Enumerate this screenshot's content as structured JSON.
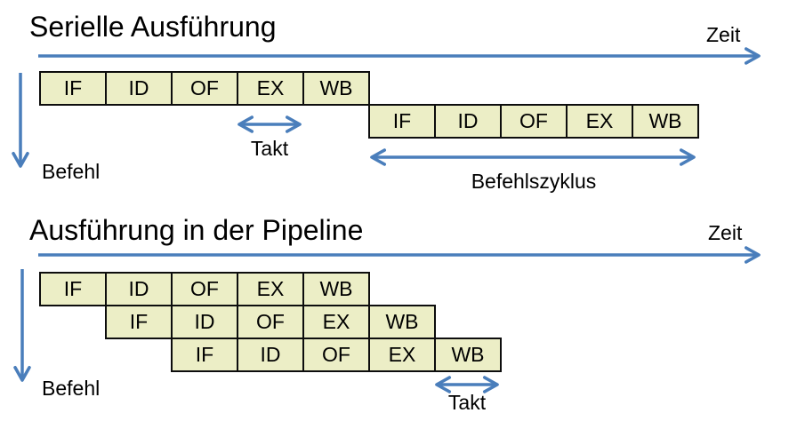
{
  "colors": {
    "arrow_blue": "#4a7ebb",
    "cell_fill": "#eceec6",
    "cell_border": "#0d0d0d",
    "text": "#000000",
    "background": "#ffffff"
  },
  "serial": {
    "title": "Serielle Ausführung",
    "time_label": "Zeit",
    "instruction_label": "Befehl",
    "clock_label": "Takt",
    "cycle_label": "Befehlszyklus",
    "rows": [
      {
        "cells": [
          "IF",
          "ID",
          "OF",
          "EX",
          "WB"
        ]
      },
      {
        "cells": [
          "IF",
          "ID",
          "OF",
          "EX",
          "WB"
        ]
      }
    ]
  },
  "pipeline": {
    "title": "Ausführung in der Pipeline",
    "time_label": "Zeit",
    "instruction_label": "Befehl",
    "clock_label": "Takt",
    "rows": [
      {
        "cells": [
          "IF",
          "ID",
          "OF",
          "EX",
          "WB"
        ]
      },
      {
        "cells": [
          "IF",
          "ID",
          "OF",
          "EX",
          "WB"
        ]
      },
      {
        "cells": [
          "IF",
          "ID",
          "OF",
          "EX",
          "WB"
        ]
      }
    ]
  }
}
